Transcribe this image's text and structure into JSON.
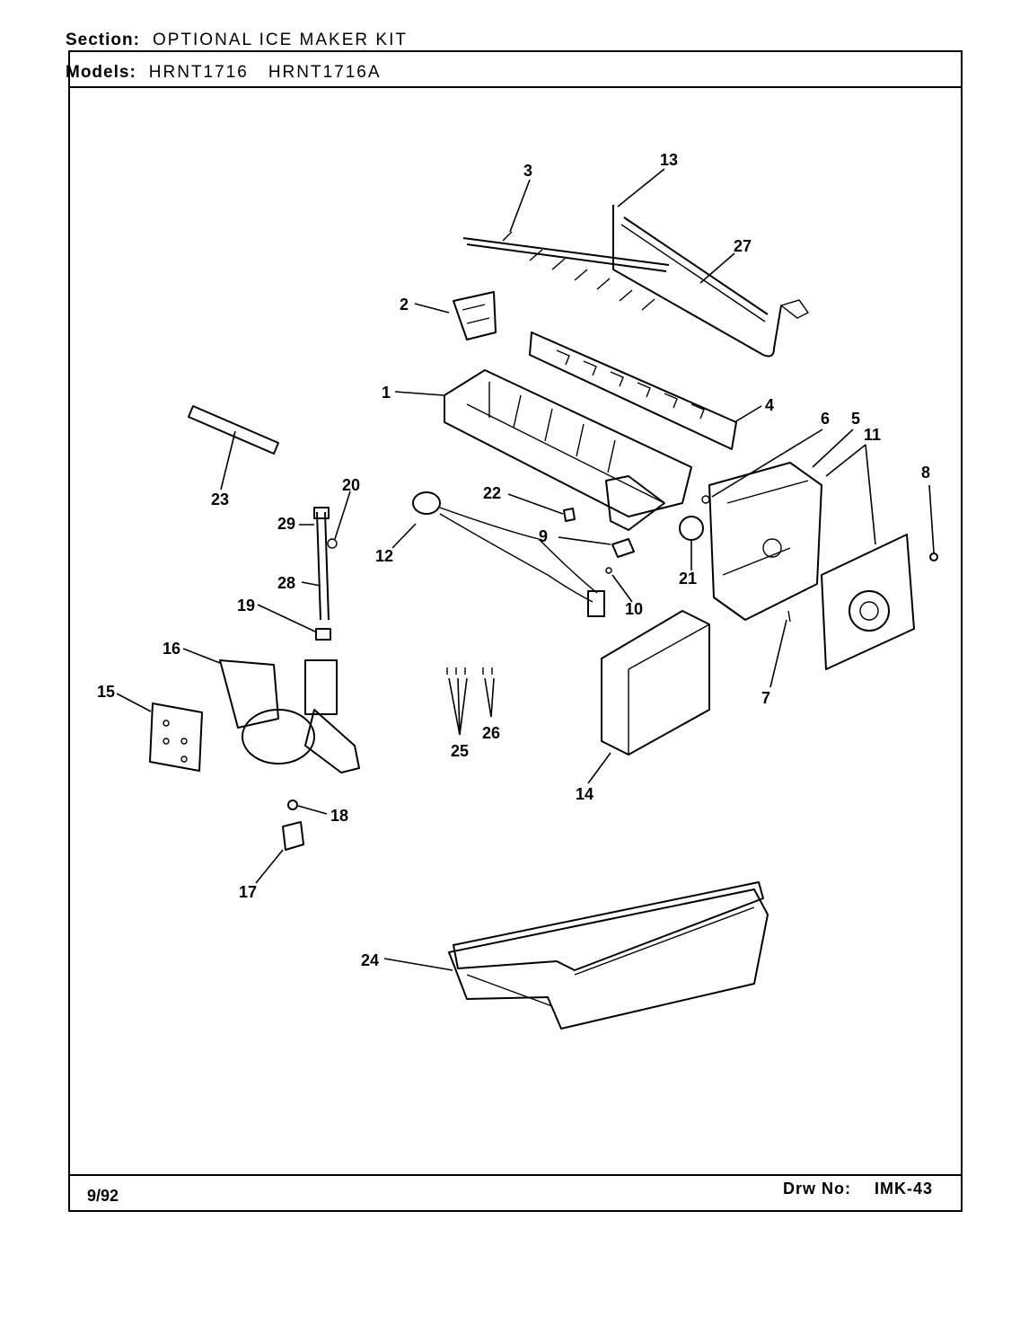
{
  "header": {
    "section_label": "Section:",
    "section_value": "OPTIONAL ICE MAKER KIT",
    "models_label": "Models:",
    "model_1": "HRNT1716",
    "model_2": "HRNT1716A"
  },
  "footer": {
    "date": "9/92",
    "drawing_label": "Drw No:",
    "drawing_number": "IMK-43"
  },
  "callouts": [
    "1",
    "2",
    "3",
    "4",
    "5",
    "6",
    "7",
    "8",
    "9",
    "10",
    "11",
    "12",
    "13",
    "14",
    "15",
    "16",
    "17",
    "18",
    "19",
    "20",
    "21",
    "22",
    "23",
    "24",
    "25",
    "26",
    "27",
    "28",
    "29"
  ]
}
